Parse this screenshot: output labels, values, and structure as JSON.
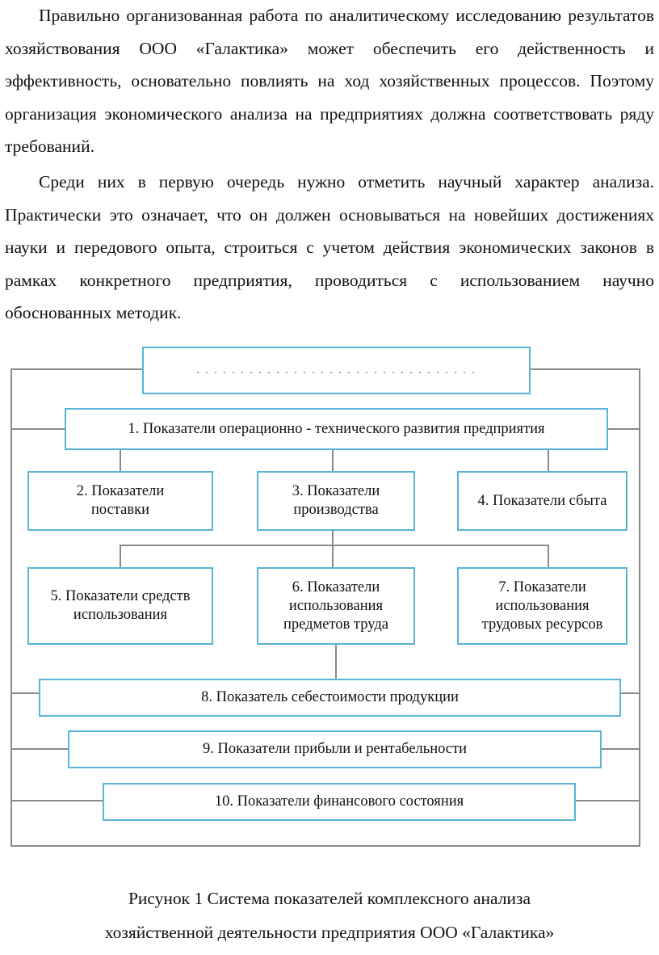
{
  "paragraphs": [
    "Правильно организованная работа по аналитическому исследованию результатов хозяйствования ООО «Галактика» может обеспечить его действенность и эффективность, основательно повлиять на ход хозяйственных процессов. Поэтому организация экономического анализа на предприятиях должна соответствовать ряду требований.",
    "Среди них в первую очередь нужно отметить научный характер анализа. Практически это означает, что он должен основываться на новейших достижениях науки и передового опыта, строиться с учетом действия экономических законов в рамках  конкретного предприятия, проводиться с использованием научно обоснованных методик."
  ],
  "diagram": {
    "top_box": ". . . . . . .  . . . . . . . . . . .  . . . . . . . . . . .   . . .",
    "boxes": {
      "b1": "1.   Показатели операционно - технического развития предприятия",
      "b2": "2. Показатели поставки",
      "b3": "3. Показатели производства",
      "b4": "4. Показатели сбыта",
      "b5": "5. Показатели средств использования",
      "b6": "6. Показатели использования предметов труда",
      "b7": "7. Показатели использования трудовых ресурсов",
      "b8": "8. Показатель себестоимости продукции",
      "b9": "9. Показатели прибыли и рентабельности",
      "b10": "10. Показатели финансового состояния"
    }
  },
  "caption": {
    "line1": "Рисунок 1 Система показателей комплексного анализа",
    "line2": "хозяйственной деятельности предприятия ООО «Галактика»"
  }
}
